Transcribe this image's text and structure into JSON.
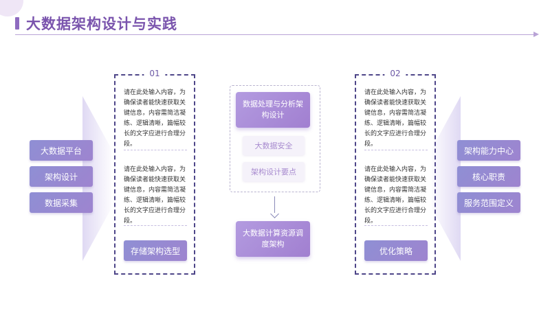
{
  "header": {
    "title": "大数据架构设计与实践"
  },
  "colors": {
    "accent": "#7a54ad",
    "button_start": "#8f8fd4",
    "button_end": "#9e84cf",
    "panel_border": "#4d4588"
  },
  "left_items": [
    "大数据平台",
    "架构设计",
    "数据采集"
  ],
  "right_items": [
    "架构能力中心",
    "核心职责",
    "服务范围定义"
  ],
  "panels": [
    {
      "number": "01",
      "text_1": "请在此处输入内容，为确保读者能快速获取关键信息，内容需简洁凝练、逻辑清晰，篇幅较长的文字应进行合理分段。",
      "text_2": "请在此处输入内容，为确保读者能快速获取关键信息，内容需简洁凝练、逻辑清晰，篇幅较长的文字应进行合理分段。",
      "button": "存储架构选型"
    },
    {
      "number": "02",
      "text_1": "请在此处输入内容，为确保读者能快速获取关键信息，内容需简洁凝练、逻辑清晰，篇幅较长的文字应进行合理分段。",
      "text_2": "请在此处输入内容，为确保读者能快速获取关键信息，内容需简洁凝练、逻辑清晰，篇幅较长的文字应进行合理分段。",
      "button": "优化策略"
    }
  ],
  "center": {
    "main": "数据处理与分析架构设计",
    "sub_1": "大数据安全",
    "sub_2": "架构设计要点",
    "bottom": "大数据计算资源调度架构"
  }
}
